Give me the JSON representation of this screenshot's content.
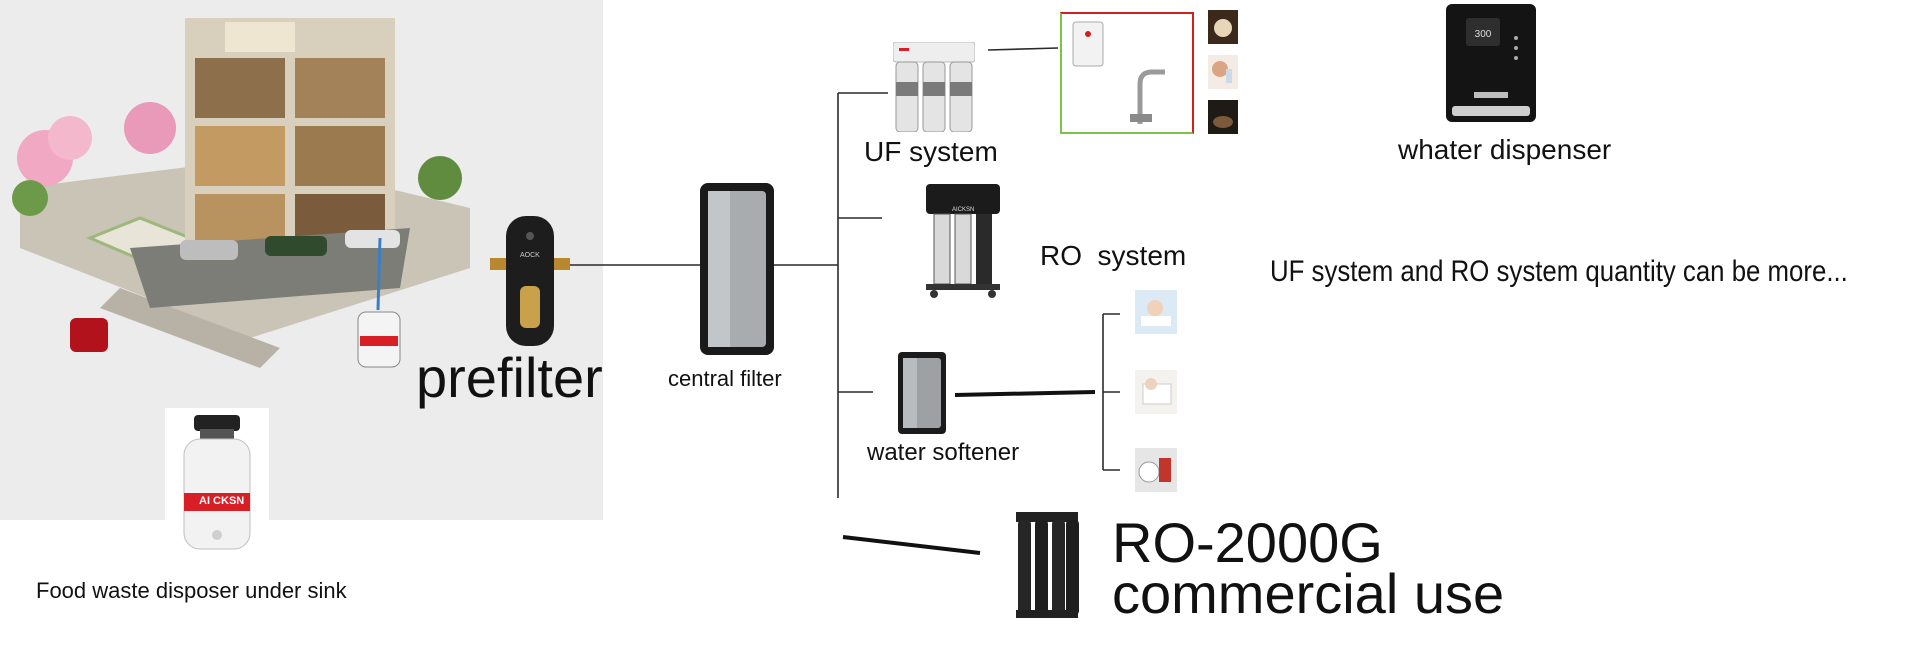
{
  "labels": {
    "prefilter": "prefilter",
    "central_filter": "central filter",
    "uf_system": "UF system",
    "water_dispenser": "whater dispenser",
    "ro_system": "RO  system",
    "quantity_note": "UF system and RO system quantity can be more...",
    "water_softener": "water softener",
    "ro_commercial_model": "RO-2000G",
    "ro_commercial_use": "commercial use",
    "food_waste": "Food waste disposer under sink"
  },
  "brand": {
    "disposer_logo": "AI CKSN",
    "prefilter_logo": "AOCK",
    "ro_logo": "AICKSN"
  },
  "colors": {
    "panel_gray": "#ececec",
    "line": "#2a2a2a",
    "box_green": "#7cc24a",
    "box_red": "#d22020",
    "logo_red": "#d91f26"
  },
  "icons": [
    "house-illustration",
    "prefilter-icon",
    "central-filter-icon",
    "uf-filter-icon",
    "faucet-icon",
    "coffee-icon",
    "drinking-icon",
    "water-dispenser-icon",
    "ro-unit-icon",
    "water-softener-icon",
    "bath-icon",
    "laundry-icon",
    "commercial-ro-icon",
    "food-waste-disposer-icon"
  ]
}
